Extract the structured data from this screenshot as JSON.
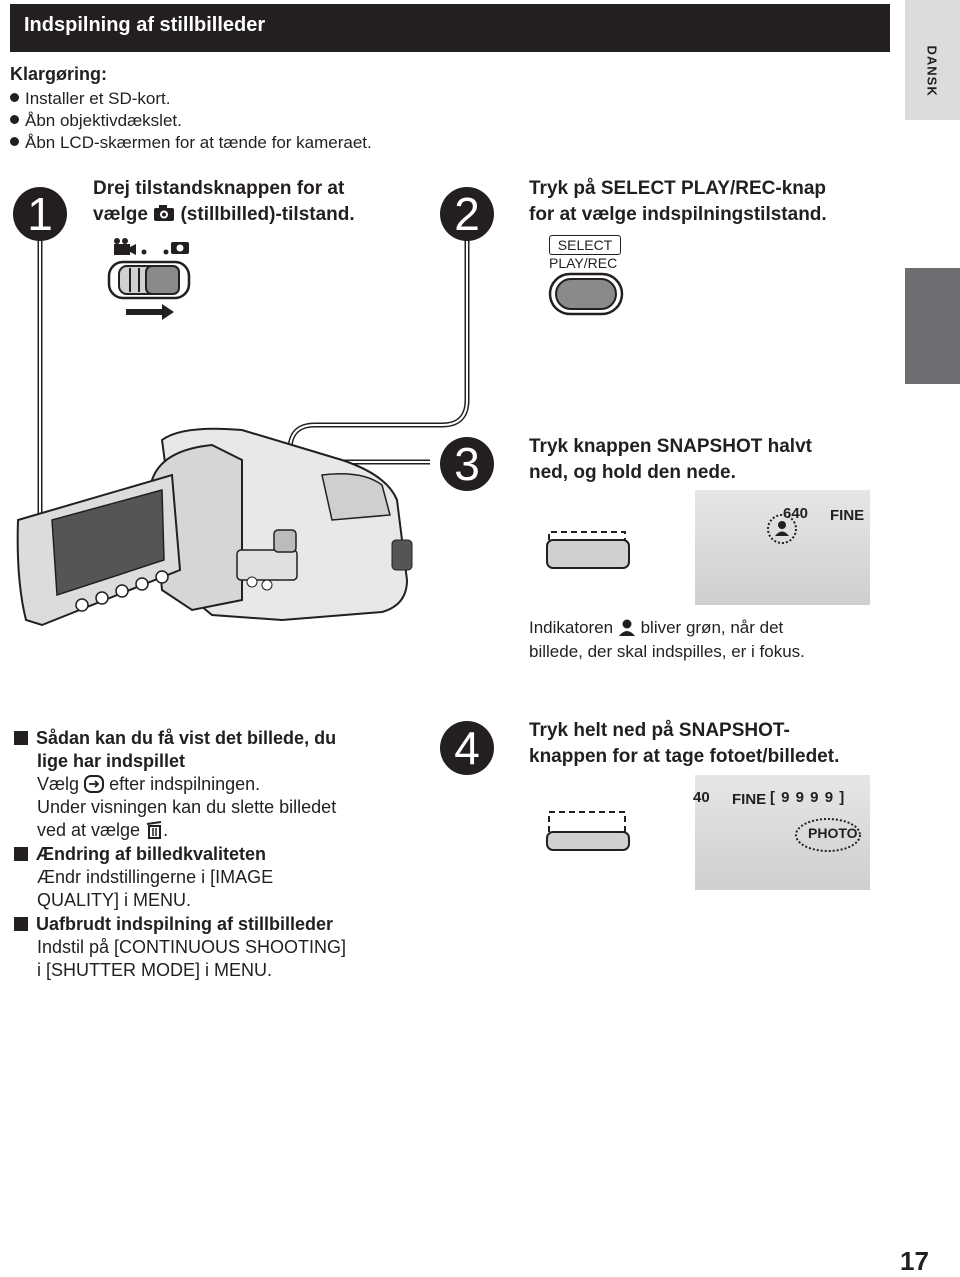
{
  "header": {
    "title": "Indspilning af stillbilleder"
  },
  "language_tab": "DANSK",
  "preparation": {
    "heading": "Klargøring:",
    "items": [
      "Installer et SD-kort.",
      "Åbn objektivdækslet.",
      "Åbn LCD-skærmen for at tænde for kameraet."
    ]
  },
  "steps": [
    {
      "number": "1",
      "line1": "Drej tilstandsknappen for at",
      "line2_a": "vælge",
      "line2_b": "(stillbilled)-tilstand."
    },
    {
      "number": "2",
      "line1": "Tryk på SELECT PLAY/REC-knap",
      "line2": "for at vælge indspilningstilstand.",
      "button_top": "SELECT",
      "button_bottom": "PLAY/REC"
    },
    {
      "number": "3",
      "line1": "Tryk knappen SNAPSHOT halvt",
      "line2": "ned, og hold den nede.",
      "note_a": "Indikatoren",
      "note_b": "bliver grøn, når det",
      "note_line2": "billede, der skal indspilles, er i fokus.",
      "lcd_size": "640",
      "lcd_quality": "FINE"
    },
    {
      "number": "4",
      "line1": "Tryk helt ned på SNAPSHOT-",
      "line2": "knappen for at tage fotoet/billedet.",
      "lcd_size": "40",
      "lcd_quality": "FINE",
      "lcd_count": "[ 9 9 9 9 ]",
      "lcd_photo": "PHOTO"
    }
  ],
  "tips": [
    {
      "heading1": "Sådan kan du få vist det billede, du",
      "heading2": "lige har indspillet",
      "body1_a": "Vælg",
      "body1_b": "efter indspilningen.",
      "body2": "Under visningen kan du slette billedet",
      "body3_a": "ved at vælge",
      "body3_b": "."
    },
    {
      "heading1": "Ændring af billedkvaliteten",
      "body1": "Ændr indstillingerne i [IMAGE",
      "body2": "QUALITY] i MENU."
    },
    {
      "heading1": "Uafbrudt indspilning af stillbilleder",
      "body1": "Indstil på [CONTINUOUS SHOOTING]",
      "body2": "i [SHUTTER MODE] i MENU."
    }
  ],
  "page_number": "17",
  "colors": {
    "header_bg": "#231f20",
    "step_circle": "#231f20",
    "side_bar": "#6d6e71",
    "tab_bg": "#dcdcdc"
  },
  "icons": [
    "camera-icon",
    "video-camera-icon",
    "person-focus-icon",
    "review-icon",
    "trash-icon"
  ]
}
